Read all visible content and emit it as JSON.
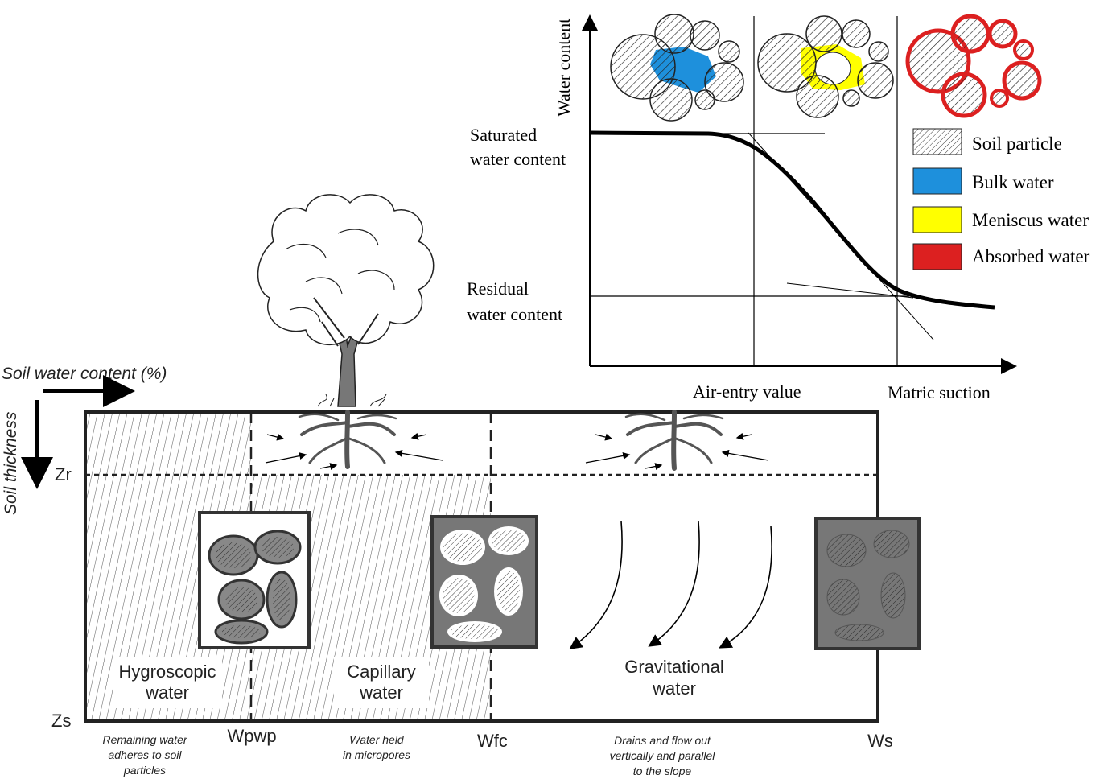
{
  "soil_diagram": {
    "x_axis_label": "Soil water content (%)",
    "y_axis_label": "Soil thickness",
    "depth_root": "Zr",
    "depth_soil": "Zs",
    "zones": [
      {
        "name": "Hygroscopic\nwater",
        "line1": "Hygroscopic",
        "line2": "water",
        "note1": "Remaining water",
        "note2": "adheres to soil",
        "note3": "particles",
        "threshold": "Wpwp"
      },
      {
        "name": "Capillary water",
        "line1": "Capillary",
        "line2": "water",
        "note1": "Water held",
        "note2": "in micropores",
        "threshold": "Wfc"
      },
      {
        "name": "Gravitational water",
        "line1": "Gravitational",
        "line2": "water",
        "note1": "Drains and flow out",
        "note2": "vertically and parallel",
        "note3": "to the slope",
        "threshold": "Ws"
      }
    ]
  },
  "retention_curve": {
    "y_label": "Water content",
    "x_label": "Matric suction",
    "air_entry_label": "Air-entry value",
    "saturated_line1": "Saturated",
    "saturated_line2": "water content",
    "residual_line1": "Residual",
    "residual_line2": "water content"
  },
  "legend": [
    {
      "label": "Soil particle",
      "color": "hatch"
    },
    {
      "label": "Bulk water",
      "color": "#1e90dc"
    },
    {
      "label": "Meniscus water",
      "color": "#ffff00"
    },
    {
      "label": "Absorbed water",
      "color": "#dc2020"
    }
  ]
}
